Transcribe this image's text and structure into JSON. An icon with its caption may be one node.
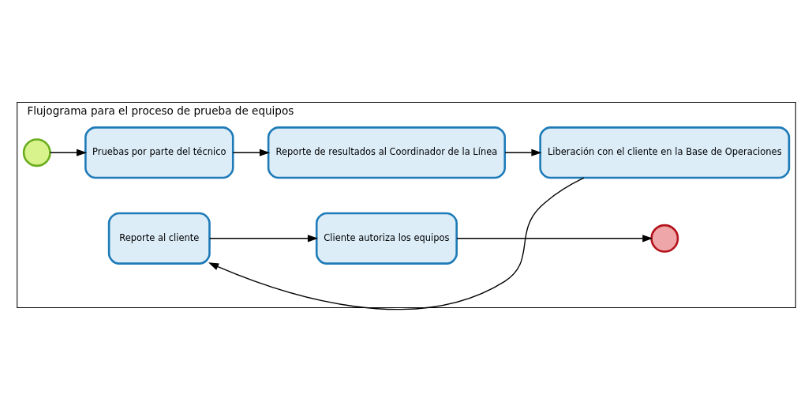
{
  "diagram": {
    "nodes": [
      {
        "text": [
          "Flujograma para el proceso de prueba de equipos"
        ]
      },
      {
        "text": [],
        "shape": "circle",
        "in": 0
      },
      {
        "text": [
          "Pruebas por parte del técnico"
        ],
        "in": 0
      },
      {
        "text": [
          "Reporte de resultados al Coordinador de la Línea"
        ],
        "in": 0
      },
      {
        "text": [
          "Liberación con el cliente en la Base de Operaciones"
        ],
        "in": 0
      },
      {
        "text": [
          "Reporte al cliente"
        ],
        "in": 0
      },
      {
        "text": [
          "Cliente autoriza los equipos"
        ],
        "in": 0
      },
      {
        "text": [],
        "shape": "circle",
        "in": 0
      }
    ],
    "edges": [
      {
        "from": 1,
        "to": 2,
        "arrow": "to"
      },
      {
        "from": 2,
        "to": 3,
        "arrow": "to"
      },
      {
        "from": 3,
        "to": 4,
        "arrow": "to"
      },
      {
        "from": 4,
        "to": 5,
        "arrow": "to"
      },
      {
        "from": 5,
        "to": 6,
        "arrow": "to"
      },
      {
        "from": 6,
        "to": 7,
        "arrow": "to"
      }
    ]
  }
}
